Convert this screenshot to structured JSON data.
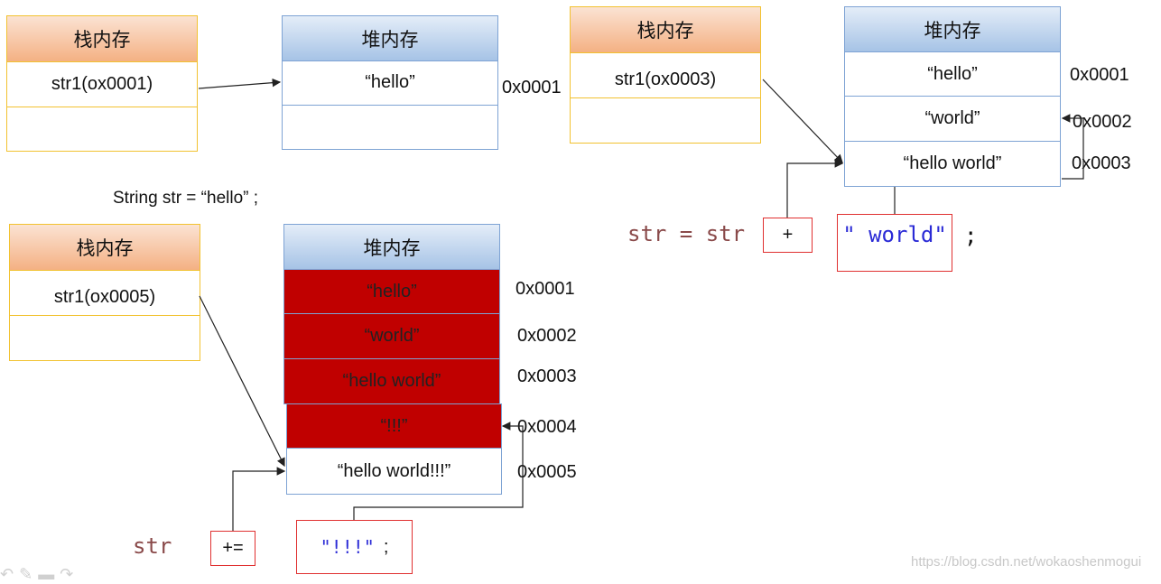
{
  "diagram1": {
    "stack_header": "栈内存",
    "stack_cell": "str1(ox0001)",
    "heap_header": "堆内存",
    "heap_cell": "“hello”",
    "heap_addr": "0x0001",
    "caption": "String str = “hello” ;"
  },
  "diagram2": {
    "stack_header": "栈内存",
    "stack_cell": "str1(ox0003)",
    "heap_header": "堆内存",
    "heap_cells": [
      "“hello”",
      "“world”",
      "“hello world”"
    ],
    "heap_addrs": [
      "0x0001",
      "0x0002",
      "0x0003"
    ],
    "code_str": "str = str",
    "code_op": "+",
    "code_literal": "\" world\"",
    "code_semicolon": ";"
  },
  "diagram3": {
    "stack_header": "栈内存",
    "stack_cell": "str1(ox0005)",
    "heap_header": "堆内存",
    "heap_cells": [
      "“hello”",
      "“world”",
      "“hello world”",
      "“!!!”",
      "“hello world!!!”"
    ],
    "heap_addrs": [
      "0x0001",
      "0x0002",
      "0x0003",
      "0x0004",
      "0x0005"
    ],
    "code_str": "str",
    "code_op": "+=",
    "code_literal": "\"!!!\"",
    "code_semicolon": ";"
  },
  "watermark": "https://blog.csdn.net/wokaoshenmogui",
  "colors": {
    "stack_border": "#f2c230",
    "heap_border": "#7ea3d4",
    "garbage_fill": "#c00000",
    "code_box": "#e03030",
    "literal": "#2b2bd6",
    "identifier": "#8a4a4a"
  },
  "toolbar_icons": [
    "undo-icon",
    "pen-icon",
    "rectangle-icon",
    "redo-icon"
  ]
}
